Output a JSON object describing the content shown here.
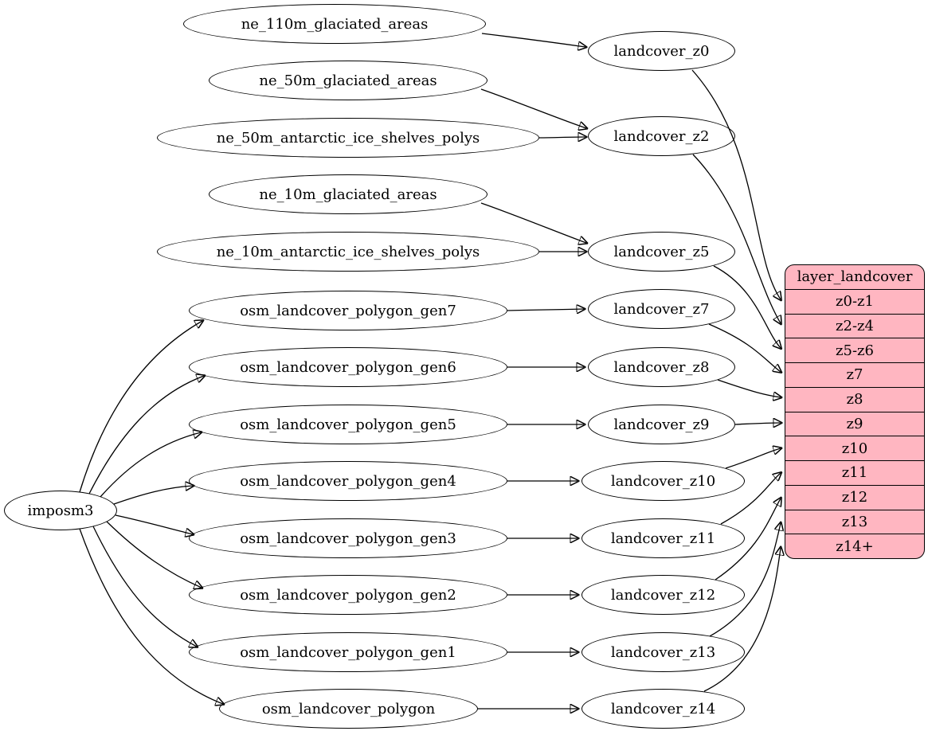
{
  "nodes": {
    "importer": {
      "label": "imposm3"
    },
    "sources": [
      {
        "label": "ne_110m_glaciated_areas"
      },
      {
        "label": "ne_50m_glaciated_areas"
      },
      {
        "label": "ne_50m_antarctic_ice_shelves_polys"
      },
      {
        "label": "ne_10m_glaciated_areas"
      },
      {
        "label": "ne_10m_antarctic_ice_shelves_polys"
      },
      {
        "label": "osm_landcover_polygon_gen7"
      },
      {
        "label": "osm_landcover_polygon_gen6"
      },
      {
        "label": "osm_landcover_polygon_gen5"
      },
      {
        "label": "osm_landcover_polygon_gen4"
      },
      {
        "label": "osm_landcover_polygon_gen3"
      },
      {
        "label": "osm_landcover_polygon_gen2"
      },
      {
        "label": "osm_landcover_polygon_gen1"
      },
      {
        "label": "osm_landcover_polygon"
      }
    ],
    "transforms": [
      {
        "label": "landcover_z0"
      },
      {
        "label": "landcover_z2"
      },
      {
        "label": "landcover_z5"
      },
      {
        "label": "landcover_z7"
      },
      {
        "label": "landcover_z8"
      },
      {
        "label": "landcover_z9"
      },
      {
        "label": "landcover_z10"
      },
      {
        "label": "landcover_z11"
      },
      {
        "label": "landcover_z12"
      },
      {
        "label": "landcover_z13"
      },
      {
        "label": "landcover_z14"
      }
    ],
    "layer_table": {
      "title": "layer_landcover",
      "rows": [
        {
          "label": "z0-z1"
        },
        {
          "label": "z2-z4"
        },
        {
          "label": "z5-z6"
        },
        {
          "label": "z7"
        },
        {
          "label": "z8"
        },
        {
          "label": "z9"
        },
        {
          "label": "z10"
        },
        {
          "label": "z11"
        },
        {
          "label": "z12"
        },
        {
          "label": "z13"
        },
        {
          "label": "z14+"
        }
      ]
    }
  },
  "colors": {
    "layer_table_fill": "#ffb6c1",
    "node_stroke": "#000000",
    "background": "#ffffff"
  },
  "edges": [
    {
      "from": "ne_110m_glaciated_areas",
      "to": "landcover_z0"
    },
    {
      "from": "ne_50m_glaciated_areas",
      "to": "landcover_z2"
    },
    {
      "from": "ne_50m_antarctic_ice_shelves_polys",
      "to": "landcover_z2"
    },
    {
      "from": "ne_10m_glaciated_areas",
      "to": "landcover_z5"
    },
    {
      "from": "ne_10m_antarctic_ice_shelves_polys",
      "to": "landcover_z5"
    },
    {
      "from": "imposm3",
      "to": "osm_landcover_polygon_gen7"
    },
    {
      "from": "imposm3",
      "to": "osm_landcover_polygon_gen6"
    },
    {
      "from": "imposm3",
      "to": "osm_landcover_polygon_gen5"
    },
    {
      "from": "imposm3",
      "to": "osm_landcover_polygon_gen4"
    },
    {
      "from": "imposm3",
      "to": "osm_landcover_polygon_gen3"
    },
    {
      "from": "imposm3",
      "to": "osm_landcover_polygon_gen2"
    },
    {
      "from": "imposm3",
      "to": "osm_landcover_polygon_gen1"
    },
    {
      "from": "imposm3",
      "to": "osm_landcover_polygon"
    },
    {
      "from": "osm_landcover_polygon_gen7",
      "to": "landcover_z7"
    },
    {
      "from": "osm_landcover_polygon_gen6",
      "to": "landcover_z8"
    },
    {
      "from": "osm_landcover_polygon_gen5",
      "to": "landcover_z9"
    },
    {
      "from": "osm_landcover_polygon_gen4",
      "to": "landcover_z10"
    },
    {
      "from": "osm_landcover_polygon_gen3",
      "to": "landcover_z11"
    },
    {
      "from": "osm_landcover_polygon_gen2",
      "to": "landcover_z12"
    },
    {
      "from": "osm_landcover_polygon_gen1",
      "to": "landcover_z13"
    },
    {
      "from": "osm_landcover_polygon",
      "to": "landcover_z14"
    },
    {
      "from": "landcover_z0",
      "to": "layer_landcover.z0-z1"
    },
    {
      "from": "landcover_z2",
      "to": "layer_landcover.z2-z4"
    },
    {
      "from": "landcover_z5",
      "to": "layer_landcover.z5-z6"
    },
    {
      "from": "landcover_z7",
      "to": "layer_landcover.z7"
    },
    {
      "from": "landcover_z8",
      "to": "layer_landcover.z8"
    },
    {
      "from": "landcover_z9",
      "to": "layer_landcover.z9"
    },
    {
      "from": "landcover_z10",
      "to": "layer_landcover.z10"
    },
    {
      "from": "landcover_z11",
      "to": "layer_landcover.z11"
    },
    {
      "from": "landcover_z12",
      "to": "layer_landcover.z12"
    },
    {
      "from": "landcover_z13",
      "to": "layer_landcover.z13"
    },
    {
      "from": "landcover_z14",
      "to": "layer_landcover.z14+"
    }
  ]
}
